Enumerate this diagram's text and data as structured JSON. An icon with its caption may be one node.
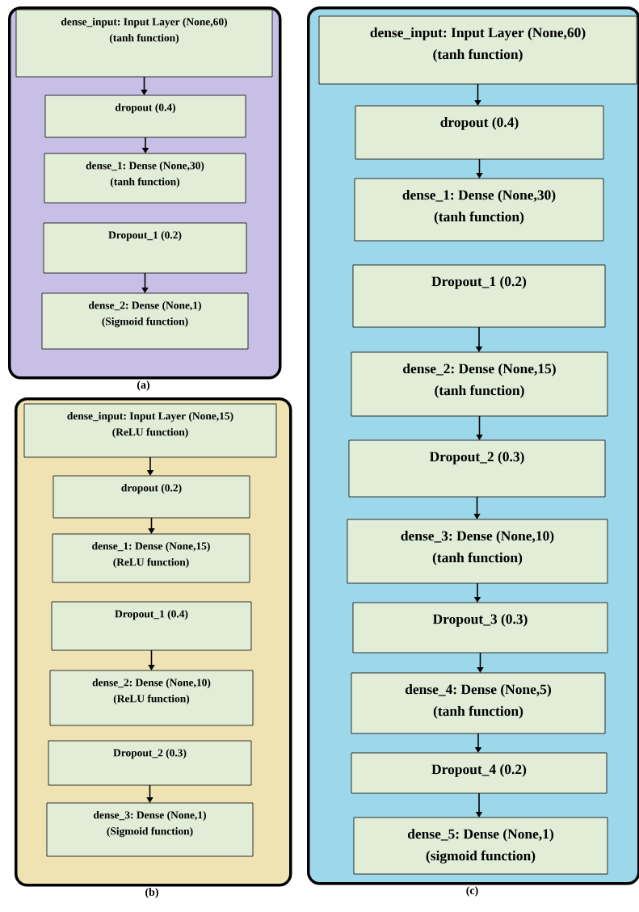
{
  "diagram": {
    "nodes": [
      {
        "text": [],
        "shape": "box",
        "beside": [
          "(a)"
        ]
      },
      {
        "text": [
          "dense_input: Input Layer (None,60)",
          "(tanh function)"
        ],
        "in": 0
      },
      {
        "text": [
          "dropout (0.4)"
        ],
        "in": 0
      },
      {
        "text": [
          "dense_1: Dense (None,30)",
          "(tanh function)"
        ],
        "in": 0
      },
      {
        "text": [
          "Dropout_1 (0.2)"
        ],
        "in": 0
      },
      {
        "text": [
          "dense_2: Dense (None,1)",
          "(Sigmoid function)"
        ],
        "in": 0
      },
      {
        "text": [],
        "shape": "box",
        "beside": [
          "(b)"
        ]
      },
      {
        "text": [
          "dense_input: Input Layer (None,15)",
          "(ReLU function)"
        ],
        "in": 6
      },
      {
        "text": [
          "dropout (0.2)"
        ],
        "in": 6
      },
      {
        "text": [
          "dense_1: Dense (None,15)",
          "(ReLU function)"
        ],
        "in": 6
      },
      {
        "text": [
          "Dropout_1 (0.4)"
        ],
        "in": 6
      },
      {
        "text": [
          "dense_2: Dense (None,10)",
          "(ReLU function)"
        ],
        "in": 6
      },
      {
        "text": [
          "Dropout_2 (0.3)"
        ],
        "in": 6
      },
      {
        "text": [
          "dense_3: Dense (None,1)",
          "(Sigmoid function)"
        ],
        "in": 6
      },
      {
        "text": [],
        "shape": "box",
        "beside": [
          "(c)"
        ]
      },
      {
        "text": [
          "dense_input: Input Layer (None,60)",
          "(tanh function)"
        ],
        "in": 14
      },
      {
        "text": [
          "dropout (0.4)"
        ],
        "in": 14
      },
      {
        "text": [
          "dense_1: Dense (None,30)",
          "(tanh function)"
        ],
        "in": 14
      },
      {
        "text": [
          "Dropout_1 (0.2)"
        ],
        "in": 14
      },
      {
        "text": [
          "dense_2: Dense (None,15)",
          "(tanh function)"
        ],
        "in": 14
      },
      {
        "text": [
          "Dropout_2 (0.3)"
        ],
        "in": 14
      },
      {
        "text": [
          "dense_3: Dense (None,10)",
          "(tanh function)"
        ],
        "in": 14
      },
      {
        "text": [
          "Dropout_3 (0.3)"
        ],
        "in": 14
      },
      {
        "text": [
          "dense_4: Dense (None,5)",
          "(tanh function)"
        ],
        "in": 14
      },
      {
        "text": [
          "Dropout_4 (0.2)"
        ],
        "in": 14
      },
      {
        "text": [
          "dense_5: Dense (None,1)",
          "(sigmoid function)"
        ],
        "in": 14
      }
    ],
    "edges": [
      {
        "from": 1,
        "to": 2,
        "arrow": "to"
      },
      {
        "from": 2,
        "to": 3,
        "arrow": "to"
      },
      {
        "from": 4,
        "to": 5,
        "arrow": "to"
      },
      {
        "from": 7,
        "to": 8,
        "arrow": "to"
      },
      {
        "from": 8,
        "to": 9,
        "arrow": "to"
      },
      {
        "from": 10,
        "to": 11,
        "arrow": "to"
      },
      {
        "from": 12,
        "to": 13,
        "arrow": "to"
      },
      {
        "from": 15,
        "to": 16,
        "arrow": "to"
      },
      {
        "from": 16,
        "to": 17,
        "arrow": "to"
      },
      {
        "from": 18,
        "to": 19,
        "arrow": "to"
      },
      {
        "from": 19,
        "to": 20,
        "arrow": "to"
      },
      {
        "from": 20,
        "to": 21,
        "arrow": "to"
      },
      {
        "from": 21,
        "to": 22,
        "arrow": "to"
      },
      {
        "from": 22,
        "to": 23,
        "arrow": "to"
      },
      {
        "from": 23,
        "to": 24,
        "arrow": "to"
      },
      {
        "from": 24,
        "to": 25,
        "arrow": "to"
      }
    ]
  }
}
